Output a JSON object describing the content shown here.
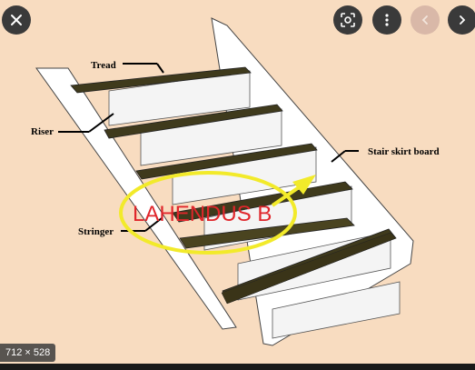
{
  "image": {
    "labels": {
      "tread": "Tread",
      "riser": "Riser",
      "stringer": "Stringer",
      "skirt": "Stair skirt board"
    },
    "overlay_text": "LAHENDUS B"
  },
  "dimensions": "712 × 528",
  "controls": {
    "close": "close-icon",
    "lens": "lens-icon",
    "more": "more-vert-icon",
    "prev": "chevron-left-icon",
    "next": "chevron-right-icon"
  }
}
